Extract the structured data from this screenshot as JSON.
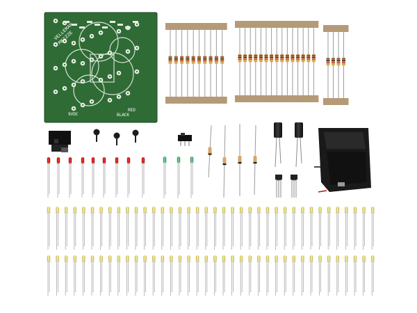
{
  "pcb": {
    "brand": "VELLEMAN",
    "model": "MK122E",
    "labels": [
      "9VDC",
      "BLACK",
      "RED"
    ],
    "board_color": "#2f6b35",
    "silk_color": "#e9efe6"
  },
  "resistor_strips": {
    "count": 3,
    "tape_color": "#b59a78"
  },
  "led_colors": {
    "red": "#d21f1f",
    "green": "#3fbf6a",
    "yellow": "#e8e07a"
  },
  "components": [
    "circuit-board",
    "resistor-strip",
    "dc-power-jack",
    "screws",
    "slide-switch",
    "diodes",
    "electrolytic-capacitors",
    "transistors",
    "battery-holder",
    "red-leds",
    "green-leds",
    "yellow-leds"
  ]
}
